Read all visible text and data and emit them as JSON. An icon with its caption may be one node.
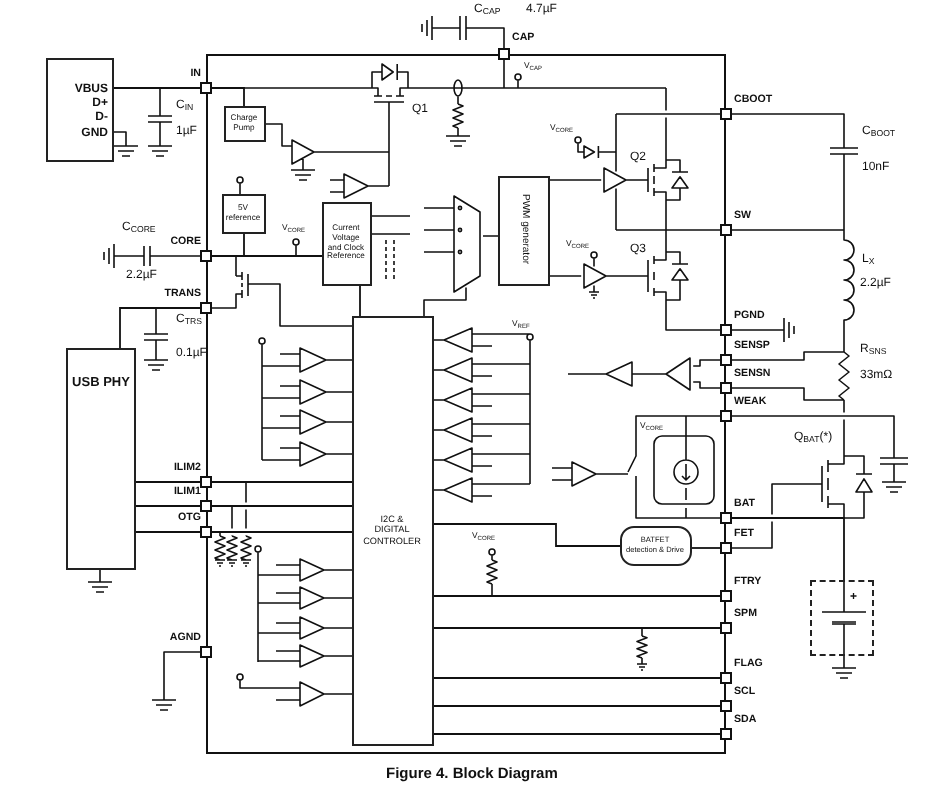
{
  "diagram": {
    "caption": "Figure 4. Block Diagram",
    "nodes": [
      {
        "text": [
          "VBUS",
          "D+",
          "D-",
          "GND"
        ]
      },
      {
        "text": [],
        "shape": "box"
      },
      {
        "text": [
          "Charge Pump"
        ],
        "in": 1
      },
      {
        "text": [
          "5V reference"
        ],
        "in": 1
      },
      {
        "text": [
          "Current Voltage and Clock Reference"
        ],
        "in": 1
      },
      {
        "text": [
          "PWM generator"
        ],
        "in": 1
      },
      {
        "text": [
          "I2C & DIGITAL CONTROLER"
        ],
        "in": 1
      },
      {
        "text": [
          "BATFET detection & Drive"
        ],
        "in": 1
      },
      {
        "text": [
          "USB PHY"
        ]
      },
      {
        "text": [],
        "shape": "box",
        "beside": [
          "IN"
        ]
      },
      {
        "text": [],
        "shape": "box",
        "beside": [
          "CAP"
        ]
      },
      {
        "text": [],
        "shape": "box",
        "beside": [
          "CBOOT"
        ]
      },
      {
        "text": [],
        "shape": "box",
        "beside": [
          "SW"
        ]
      },
      {
        "text": [],
        "shape": "box",
        "beside": [
          "CORE"
        ]
      },
      {
        "text": [],
        "shape": "box",
        "beside": [
          "TRANS"
        ]
      },
      {
        "text": [],
        "shape": "box",
        "beside": [
          "PGND"
        ]
      },
      {
        "text": [],
        "shape": "box",
        "beside": [
          "SENSP"
        ]
      },
      {
        "text": [],
        "shape": "box",
        "beside": [
          "SENSN"
        ]
      },
      {
        "text": [],
        "shape": "box",
        "beside": [
          "WEAK"
        ]
      },
      {
        "text": [],
        "shape": "box",
        "beside": [
          "BAT"
        ]
      },
      {
        "text": [],
        "shape": "box",
        "beside": [
          "FET"
        ]
      },
      {
        "text": [],
        "shape": "box",
        "beside": [
          "ILIM2"
        ]
      },
      {
        "text": [],
        "shape": "box",
        "beside": [
          "ILIM1"
        ]
      },
      {
        "text": [],
        "shape": "box",
        "beside": [
          "OTG"
        ]
      },
      {
        "text": [],
        "shape": "box",
        "beside": [
          "FTRY"
        ]
      },
      {
        "text": [],
        "shape": "box",
        "beside": [
          "SPM"
        ]
      },
      {
        "text": [],
        "shape": "box",
        "beside": [
          "AGND"
        ]
      },
      {
        "text": [],
        "shape": "box",
        "beside": [
          "FLAG"
        ]
      },
      {
        "text": [],
        "shape": "box",
        "beside": [
          "SCL"
        ]
      },
      {
        "text": [],
        "shape": "box",
        "beside": [
          "SDA"
        ]
      },
      {
        "text": [
          "+"
        ]
      }
    ],
    "edges": [
      {
        "from": 0,
        "to": 9,
        "arrow": "none"
      },
      {
        "from": 9,
        "to": 2,
        "arrow": "none"
      },
      {
        "from": 8,
        "to": 14,
        "arrow": "none"
      },
      {
        "from": 8,
        "to": 21,
        "arrow": "none"
      },
      {
        "from": 8,
        "to": 22,
        "arrow": "none"
      },
      {
        "from": 8,
        "to": 23,
        "arrow": "none"
      },
      {
        "from": 13,
        "to": 3,
        "arrow": "none"
      },
      {
        "from": 13,
        "to": 4,
        "arrow": "none"
      },
      {
        "from": 4,
        "to": 6,
        "arrow": "none"
      },
      {
        "from": 21,
        "to": 6,
        "arrow": "none"
      },
      {
        "from": 22,
        "to": 6,
        "arrow": "none"
      },
      {
        "from": 23,
        "to": 6,
        "arrow": "none"
      },
      {
        "from": 6,
        "to": 7,
        "arrow": "none"
      },
      {
        "from": 7,
        "to": 20,
        "arrow": "none"
      },
      {
        "from": 19,
        "to": 30,
        "arrow": "none"
      },
      {
        "from": 6,
        "to": 24,
        "arrow": "none"
      },
      {
        "from": 6,
        "to": 25,
        "arrow": "none"
      },
      {
        "from": 6,
        "to": 27,
        "arrow": "none"
      },
      {
        "from": 6,
        "to": 28,
        "arrow": "none"
      },
      {
        "from": 6,
        "to": 29,
        "arrow": "none"
      }
    ],
    "labels": [
      "C$_{CAP}$",
      "4.7µF",
      "V$_{CAP}$",
      "C$_{IN}$",
      "Q1",
      "1µF",
      "V$_{CORE}$",
      "C$_{BOOT}$",
      "Q2",
      "10nF",
      "C$_{CORE}$",
      "V$_{CORE}$",
      "V$_{CORE}$",
      "Q3",
      "L$_{X}$",
      "2.2µF",
      "2.2µF",
      "C$_{TRS}$",
      "V$_{REF}$",
      "0.1µF",
      "R$_{SNS}$",
      "33mΩ",
      "V$_{CORE}$",
      "Q$_{BAT}$(*)",
      "V$_{CORE}$"
    ]
  }
}
